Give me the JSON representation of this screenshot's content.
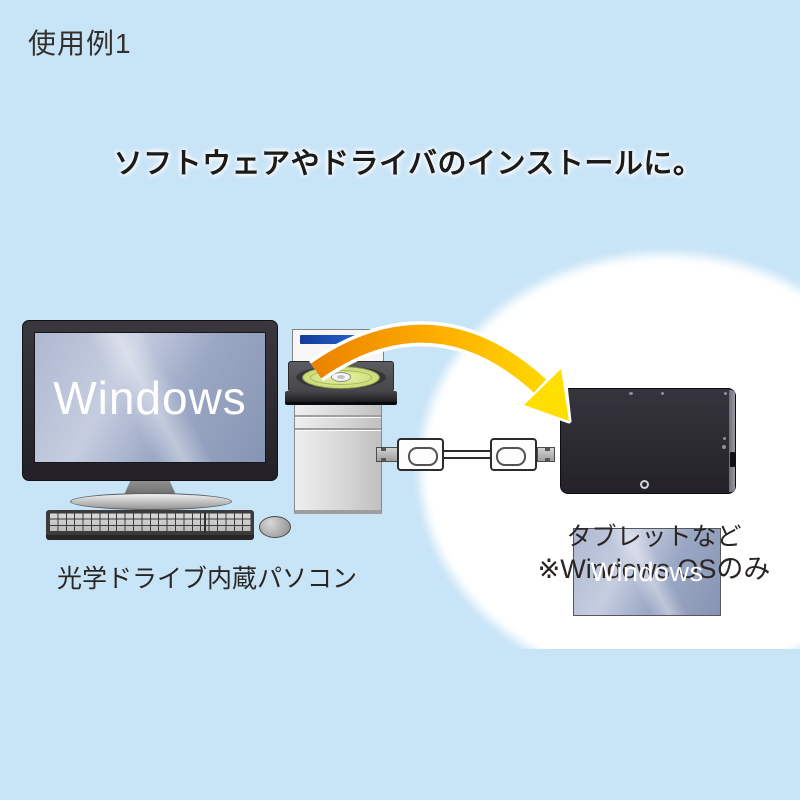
{
  "page": {
    "title": "使用例1",
    "headline": "ソフトウェアやドライバのインストールに。"
  },
  "pc": {
    "screen_label": "Windows",
    "caption": "光学ドライブ内蔵パソコン"
  },
  "tablet": {
    "screen_label": "Windows",
    "caption_line1": "タブレットなど",
    "caption_line2": "※Windows OSのみ"
  },
  "icons": {
    "transfer_arrow": "curved-arrow-down-right",
    "optical_disc": "cd-in-open-tray",
    "usb_cable": "usb-a-to-usb-a-link-cable"
  },
  "colors": {
    "background": "#c8e4f7",
    "highlight_blob": "#ffffff",
    "arrow_gradient_start": "#ec8300",
    "arrow_gradient_end": "#ffdf00",
    "tower_stripe_start": "#123a9a",
    "tower_stripe_end": "#2e6fd8",
    "disc": "#d7e588",
    "screen_text": "#ffffff"
  }
}
